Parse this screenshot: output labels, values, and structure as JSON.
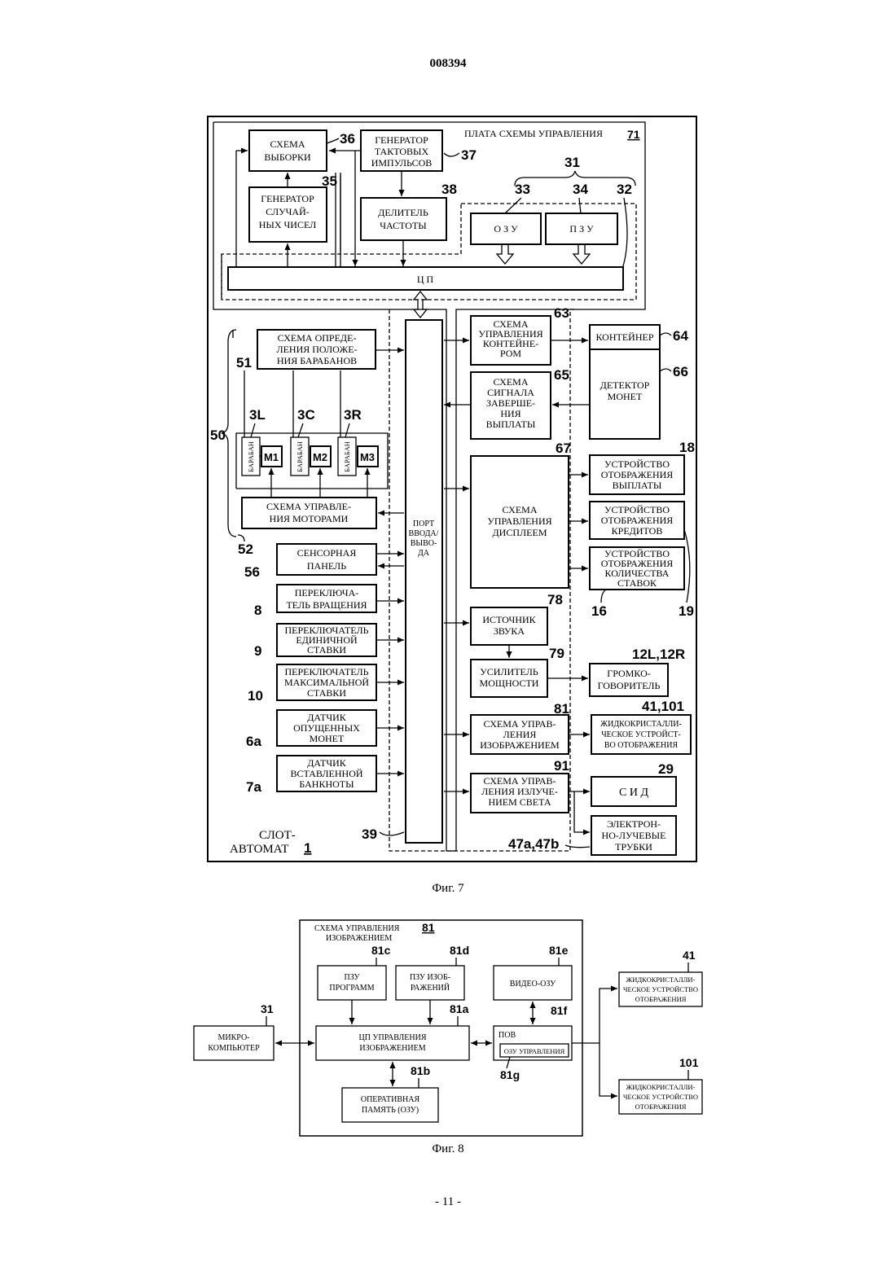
{
  "page": {
    "doc_number": "008394",
    "page_number": "- 11 -"
  },
  "fig7": {
    "caption": "Фиг. 7",
    "board_label": "ПЛАТА СХЕМЫ УПРАВЛЕНИЯ",
    "board_ref": "71",
    "sampling_circuit": [
      "СХЕМА",
      "ВЫБОРКИ"
    ],
    "sampling_ref": "36",
    "rng": [
      "ГЕНЕРАТОР",
      "СЛУЧАЙ-",
      "НЫХ ЧИСЕЛ"
    ],
    "rng_ref": "35",
    "clock": [
      "ГЕНЕРАТОР",
      "ТАКТОВЫХ",
      "ИМПУЛЬСОВ"
    ],
    "clock_ref": "37",
    "divider": [
      "ДЕЛИТЕЛЬ",
      "ЧАСТОТЫ"
    ],
    "divider_ref": "38",
    "micro_ref": "31",
    "ram_ref": "33",
    "rom_ref": "34",
    "cpu_ref": "32",
    "ram": "О З У",
    "rom": "П З У",
    "cpu": "Ц П",
    "reel_pos": [
      "СХЕМА ОПРЕДЕ-",
      "ЛЕНИЯ ПОЛОЖЕ-",
      "НИЯ БАРАБАНОВ"
    ],
    "reel_pos_ref": "51",
    "reel_group_ref": "50",
    "reels": [
      {
        "ref": "3L",
        "drum": "БАРАБАН",
        "motor": "M1"
      },
      {
        "ref": "3C",
        "drum": "БАРАБАН",
        "motor": "M2"
      },
      {
        "ref": "3R",
        "drum": "БАРАБАН",
        "motor": "M3"
      }
    ],
    "motor_ctrl": [
      "СХЕМА УПРАВЛЕ-",
      "НИЯ МОТОРАМИ"
    ],
    "motor_ctrl_ref": "52",
    "touch_panel": [
      "СЕНСОРНАЯ",
      "ПАНЕЛЬ"
    ],
    "touch_ref": "56",
    "spin_switch": [
      "ПЕРЕКЛЮЧА-",
      "ТЕЛЬ ВРАЩЕНИЯ"
    ],
    "spin_ref": "8",
    "single_bet": [
      "ПЕРЕКЛЮЧАТЕЛЬ",
      "ЕДИНИЧНОЙ",
      "СТАВКИ"
    ],
    "single_ref": "9",
    "max_bet": [
      "ПЕРЕКЛЮЧАТЕЛЬ",
      "МАКСИМАЛЬНОЙ",
      "СТАВКИ"
    ],
    "max_ref": "10",
    "coin_sensor": [
      "ДАТЧИК",
      "ОПУЩЕННЫХ",
      "МОНЕТ"
    ],
    "coin_sensor_ref": "6a",
    "bill_sensor": [
      "ДАТЧИК",
      "ВСТАВЛЕННОЙ",
      "БАНКНОТЫ"
    ],
    "bill_ref": "7a",
    "io_port": [
      "ПОРТ",
      "ВВОДА/",
      "ВЫВО-",
      "ДА"
    ],
    "io_ref": "39",
    "hopper_ctrl": [
      "СХЕМА",
      "УПРАВЛЕНИЯ",
      "КОНТЕЙНЕ-",
      "РОМ"
    ],
    "hopper_ctrl_ref": "63",
    "hopper": "КОНТЕЙНЕР",
    "hopper_ref": "64",
    "payout_signal": [
      "СХЕМА",
      "СИГНАЛА",
      "ЗАВЕРШЕ-",
      "НИЯ",
      "ВЫПЛАТЫ"
    ],
    "payout_signal_ref": "65",
    "coin_detector": [
      "ДЕТЕКТОР",
      "МОНЕТ"
    ],
    "coin_detector_ref": "66",
    "display_ctrl": [
      "СХЕМА",
      "УПРАВЛЕНИЯ",
      "ДИСПЛЕЕМ"
    ],
    "display_ctrl_ref": "67",
    "payout_display": [
      "УСТРОЙСТВО",
      "ОТОБРАЖЕНИЯ",
      "ВЫПЛАТЫ"
    ],
    "payout_display_ref": "18",
    "credit_display": [
      "УСТРОЙСТВО",
      "ОТОБРАЖЕНИЯ",
      "КРЕДИТОВ"
    ],
    "credit_display_ref": "19",
    "bet_display": [
      "УСТРОЙСТВО",
      "ОТОБРАЖЕНИЯ",
      "КОЛИЧЕСТВА",
      "СТАВОК"
    ],
    "bet_display_ref": "16",
    "sound_source": [
      "ИСТОЧНИК",
      "ЗВУКА"
    ],
    "sound_ref": "78",
    "amplifier": [
      "УСИЛИТЕЛЬ",
      "МОЩНОСТИ"
    ],
    "amp_ref": "79",
    "speaker": [
      "ГРОМКО-",
      "ГОВОРИТЕЛЬ"
    ],
    "speaker_ref": "12L,12R",
    "image_ctrl": [
      "СХЕМА УПРАВ-",
      "ЛЕНИЯ",
      "ИЗОБРАЖЕНИЕМ"
    ],
    "image_ctrl_ref": "81",
    "lcd": [
      "ЖИДКОКРИСТАЛЛИ-",
      "ЧЕСКОЕ УСТРОЙСТ-",
      "ВО ОТОБРАЖЕНИЯ"
    ],
    "lcd_ref": "41,101",
    "light_ctrl": [
      "СХЕМА УПРАВ-",
      "ЛЕНИЯ ИЗЛУЧЕ-",
      "НИЕМ СВЕТА"
    ],
    "light_ref": "91",
    "led": "С И Д",
    "led_ref": "29",
    "crt": [
      "ЭЛЕКТРОН-",
      "НО-ЛУЧЕВЫЕ",
      "ТРУБКИ"
    ],
    "crt_ref": "47a,47b",
    "machine": [
      "СЛОТ-",
      "АВТОМАТ"
    ],
    "machine_ref": "1"
  },
  "fig8": {
    "caption": "Фиг. 8",
    "title": [
      "СХЕМА УПРАВЛЕНИЯ",
      "ИЗОБРАЖЕНИЕМ"
    ],
    "title_ref": "81",
    "prog_rom": [
      "ПЗУ",
      "ПРОГРАММ"
    ],
    "prog_rom_ref": "81c",
    "img_rom": [
      "ПЗУ ИЗОБ-",
      "РАЖЕНИЙ"
    ],
    "img_rom_ref": "81d",
    "vram": "ВИДЕО-ОЗУ",
    "vram_ref": "81e",
    "img_cpu": [
      "ЦП УПРАВЛЕНИЯ",
      "ИЗОБРАЖЕНИЕМ"
    ],
    "img_cpu_ref": "81a",
    "work_ram": [
      "ОПЕРАТИВНАЯ",
      "ПАМЯТЬ (ОЗУ)"
    ],
    "work_ram_ref": "81b",
    "vdp": "ПОВ",
    "vdp_ref": "81f",
    "ctrl_ram": "ОЗУ УПРАВЛЕНИЯ",
    "ctrl_ram_ref": "81g",
    "micro": [
      "МИКРО-",
      "КОМПЬЮТЕР"
    ],
    "micro_ref": "31",
    "lcd1": [
      "ЖИДКОКРИСТАЛЛИ-",
      "ЧЕСКОЕ УСТРОЙСТВО",
      "ОТОБРАЖЕНИЯ"
    ],
    "lcd1_ref": "41",
    "lcd2": [
      "ЖИДКОКРИСТАЛЛИ-",
      "ЧЕСКОЕ УСТРОЙСТВО",
      "ОТОБРАЖЕНИЯ"
    ],
    "lcd2_ref": "101"
  }
}
